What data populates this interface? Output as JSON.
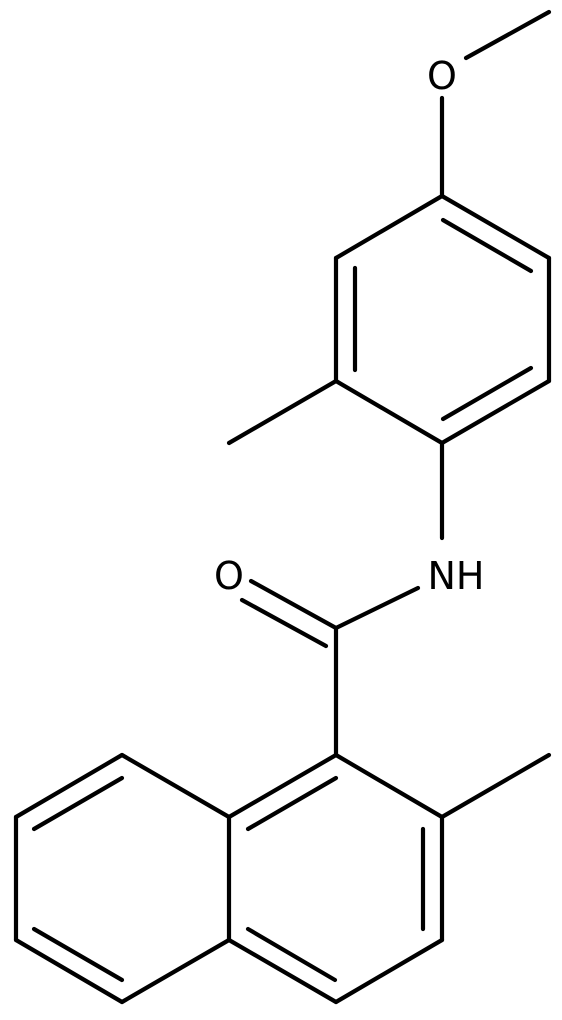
{
  "structure": {
    "atom_labels": {
      "oxygen_methoxy": "O",
      "oxygen_carbonyl": "O",
      "amide_nitrogen": "NH"
    },
    "colors": {
      "bond": "#000000",
      "label": "#000000",
      "background": "#ffffff"
    }
  }
}
